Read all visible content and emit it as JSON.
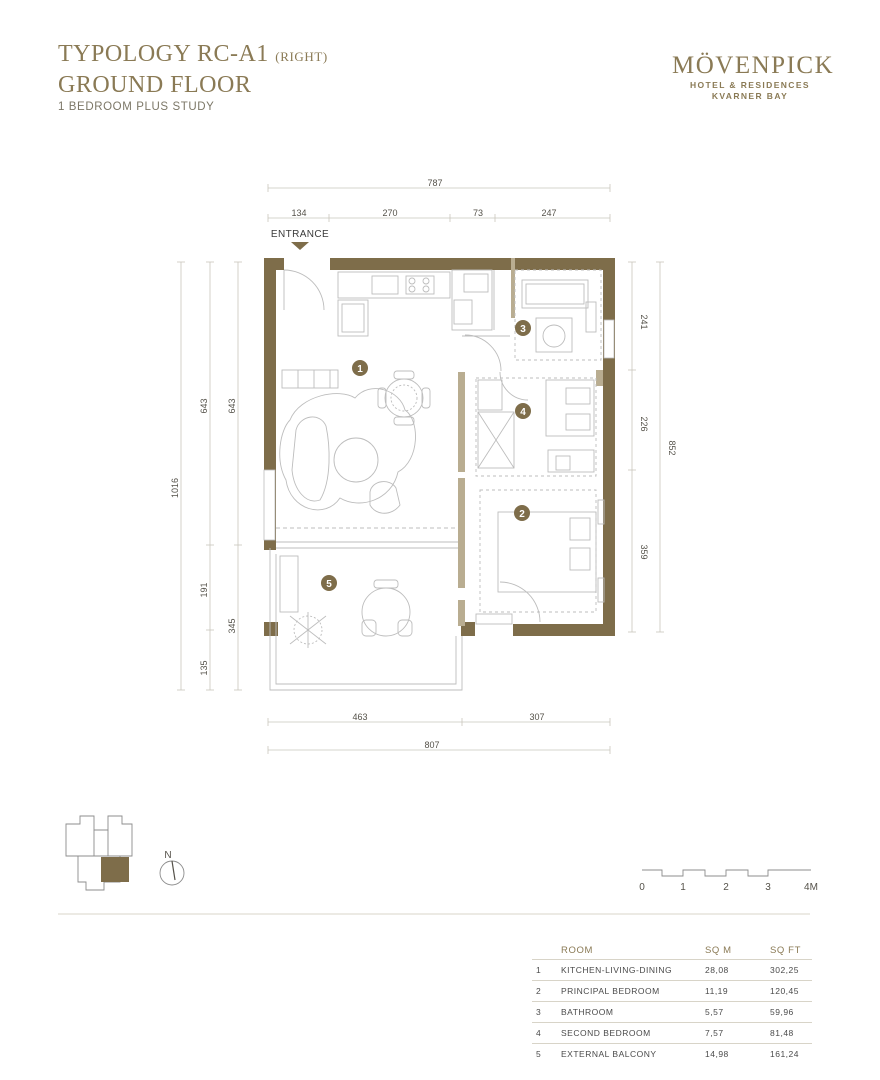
{
  "header": {
    "title_line1": "TYPOLOGY RC-A1",
    "title_variant": "(RIGHT)",
    "title_line2": "GROUND FLOOR",
    "subtitle": "1 BEDROOM PLUS STUDY"
  },
  "logo": {
    "brand": "MÖVENPICK",
    "line2": "HOTEL & RESIDENCES",
    "line3": "KVARNER BAY"
  },
  "plan": {
    "entrance_label": "ENTRANCE",
    "dimensions": {
      "top_total": "787",
      "top_segments": [
        "134",
        "270",
        "73",
        "247"
      ],
      "bottom_segments": [
        "463",
        "307"
      ],
      "bottom_total": "807",
      "left_total": "1016",
      "left_a": [
        "643",
        "191",
        "135"
      ],
      "left_b": [
        "643",
        "345"
      ],
      "right": [
        "241",
        "226",
        "359"
      ],
      "right_total": "852"
    },
    "room_markers": [
      "1",
      "2",
      "3",
      "4",
      "5"
    ]
  },
  "north_label": "N",
  "scale": {
    "labels": [
      "0",
      "1",
      "2",
      "3",
      "4M"
    ]
  },
  "rooms_table": {
    "headers": {
      "room": "ROOM",
      "sqm": "SQ M",
      "sqft": "SQ FT"
    },
    "rows": [
      {
        "num": "1",
        "name": "KITCHEN-LIVING-DINING",
        "sqm": "28,08",
        "sqft": "302,25"
      },
      {
        "num": "2",
        "name": "PRINCIPAL BEDROOM",
        "sqm": "11,19",
        "sqft": "120,45"
      },
      {
        "num": "3",
        "name": "BATHROOM",
        "sqm": "5,57",
        "sqft": "59,96"
      },
      {
        "num": "4",
        "name": "SECOND BEDROOM",
        "sqm": "7,57",
        "sqft": "81,48"
      },
      {
        "num": "5",
        "name": "EXTERNAL BALCONY",
        "sqm": "14,98",
        "sqft": "161,24"
      }
    ]
  },
  "colors": {
    "accent": "#8a7a55",
    "wall": "#7e6d4a",
    "line": "#bdbdbd"
  }
}
